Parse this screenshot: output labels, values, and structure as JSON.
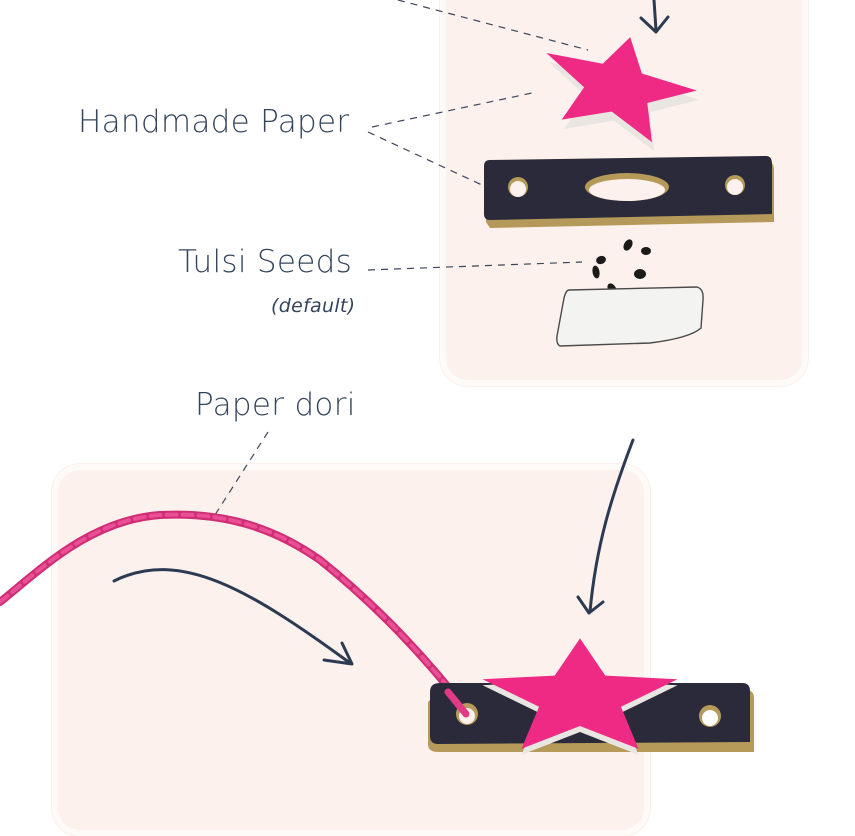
{
  "labels": {
    "handmade_paper": "Handmade Paper",
    "tulsi_seeds": "Tulsi Seeds",
    "tulsi_default": "(default)",
    "paper_dori": "Paper dori"
  },
  "colors": {
    "panel_bg": "#fdf1ed",
    "panel_border": "#fefaf7",
    "text": "#34445c",
    "arrow": "#2c3b52",
    "star_pink": "#ee2a84",
    "star_edge": "#eeeae6",
    "base_dark": "#2b2a3a",
    "base_edge": "#b59a5a",
    "dori_pink": "#de3f86",
    "seed": "#1c1b1a",
    "seed_paper": "#f3f3f1"
  },
  "diagram": {
    "exploded_view": [
      "star layer (handmade paper)",
      "base layer (handmade paper)",
      "tulsi seeds",
      "seed paper"
    ],
    "assembled_view": [
      "paper dori threaded through base",
      "star layer on base"
    ]
  }
}
